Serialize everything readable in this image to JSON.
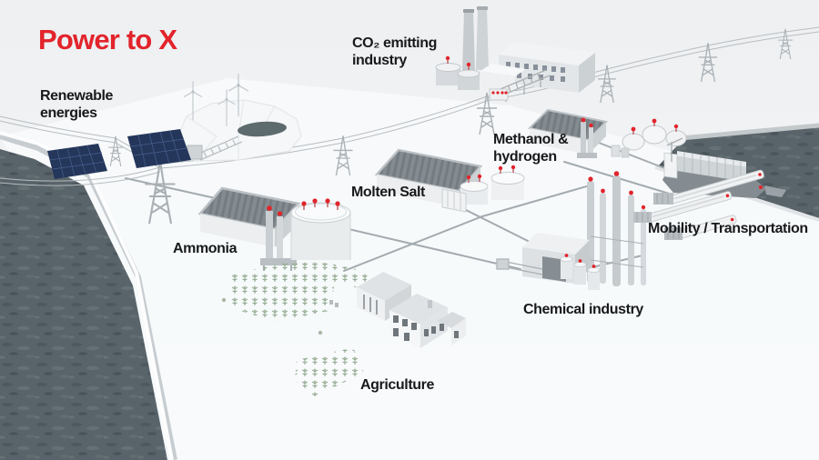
{
  "title": "Power to X",
  "labels": {
    "renewable": "Renewable\nenergies",
    "co2": "CO₂ emitting\nindustry",
    "methanol": "Methanol &\nhydrogen",
    "molten_salt": "Molten Salt",
    "ammonia": "Ammonia",
    "mobility": "Mobility / Transportation",
    "chemical": "Chemical industry",
    "agriculture": "Agriculture"
  },
  "colors": {
    "accent": "#e2242b",
    "label": "#17191b",
    "water": "#59646a",
    "solar": "#24365a",
    "crop": "#8fa68c"
  }
}
